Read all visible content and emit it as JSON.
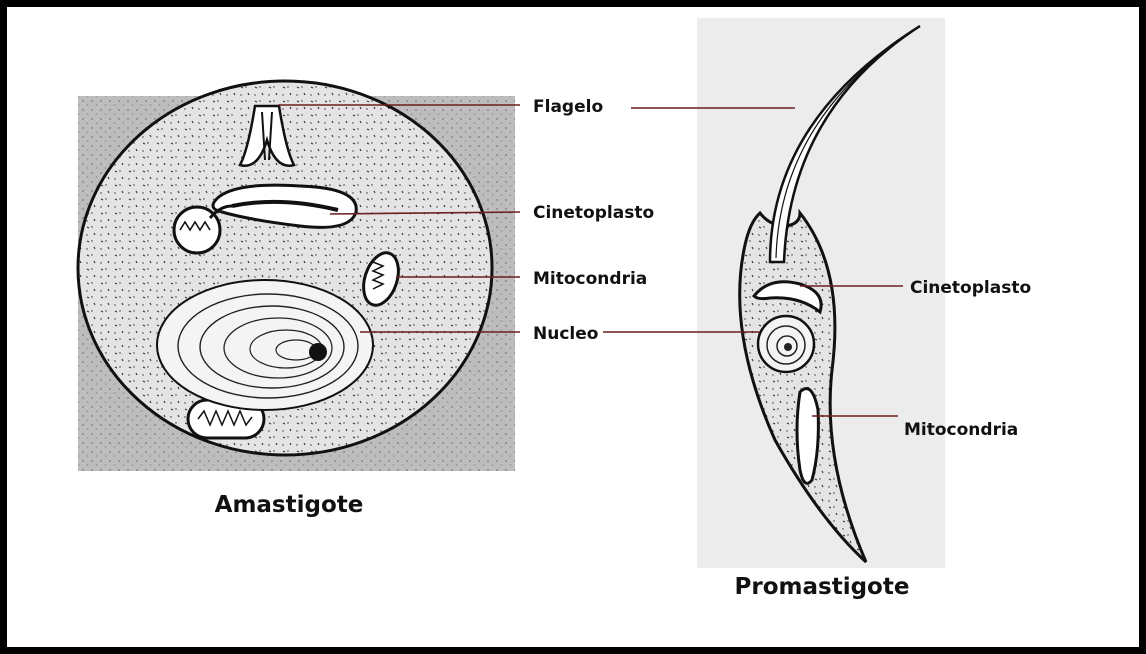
{
  "amastigote": {
    "title": "Amastigote",
    "labels": {
      "flagelo": "Flagelo",
      "cinetoplasto": "Cinetoplasto",
      "mitocondria": "Mitocondria",
      "nucleo": "Nucleo"
    }
  },
  "promastigote": {
    "title": "Promastigote",
    "labels": {
      "cinetoplasto": "Cinetoplasto",
      "mitocondria": "Mitocondria"
    }
  },
  "colors": {
    "leader": "#6b1f1f",
    "stipple_background": "#bdbdbd",
    "cell_fill": "#e4e4e4"
  }
}
